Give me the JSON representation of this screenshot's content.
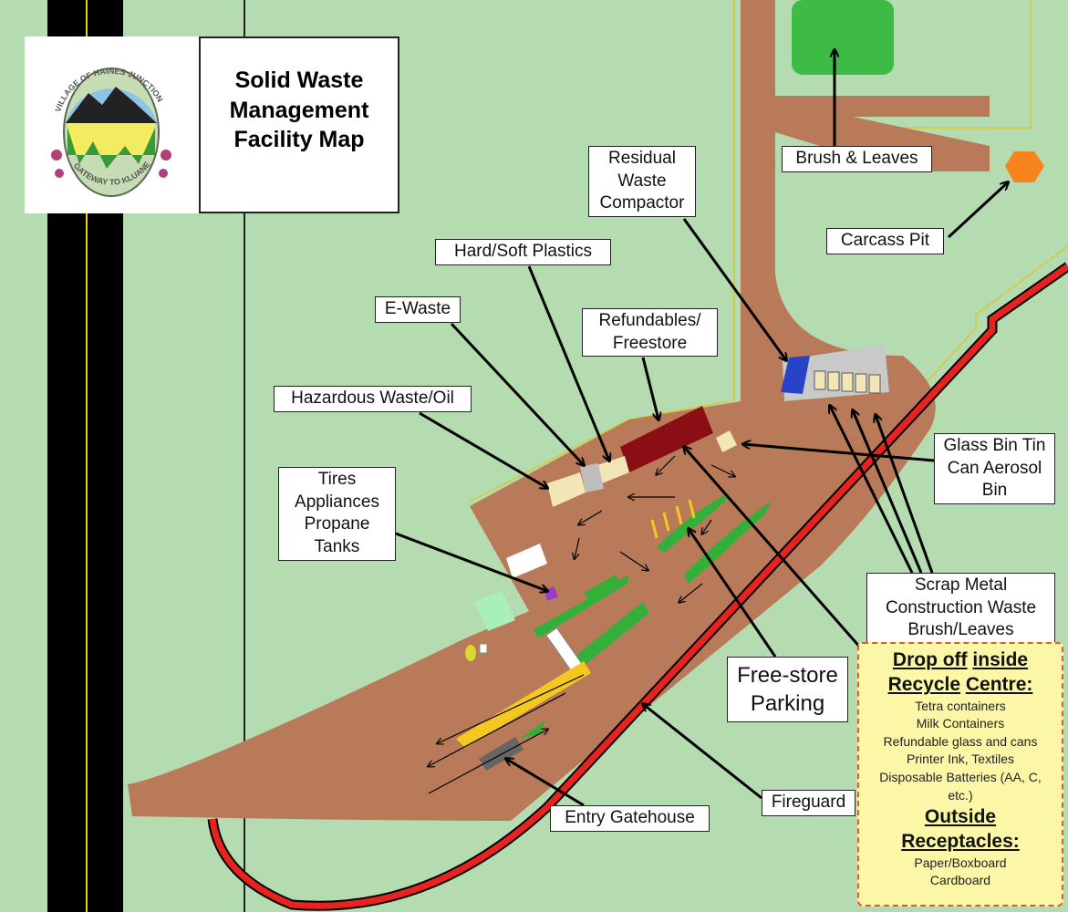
{
  "title": "Solid Waste Management Facility Map",
  "logo": {
    "top_text": "VILLAGE OF HAINES JUNCTION",
    "bottom_text": "GATEWAY TO KLUANE"
  },
  "labels": {
    "brush_leaves": "Brush & Leaves",
    "carcass_pit": "Carcass Pit",
    "residual_waste": "Residual Waste Compactor",
    "plastics": "Hard/Soft Plastics",
    "ewaste": "E-Waste",
    "refundables": "Refundables/ Freestore",
    "hazardous": "Hazardous Waste/Oil",
    "tires": "Tires Appliances Propane Tanks",
    "glass": "Glass Bin Tin Can Aerosol Bin",
    "scrap": "Scrap Metal Construction Waste Brush/Leaves",
    "parking": "Free-store Parking",
    "fireguard": "Fireguard",
    "gatehouse": "Entry Gatehouse"
  },
  "info": {
    "heading_words": [
      "Drop off",
      "inside",
      "Recycle",
      "Centre:"
    ],
    "inside_items": [
      "Tetra containers",
      "Milk Containers",
      "Refundable glass and cans",
      "Printer Ink, Textiles",
      "Disposable Batteries (AA, C, etc.)"
    ],
    "outside_heading": "Outside Receptacles:",
    "outside_items": [
      "Paper/Boxboard",
      "Cardboard"
    ]
  },
  "colors": {
    "grass": "#b5dcb1",
    "road": "#b87a58",
    "fireguard": "#e8231f",
    "highway": "#000000",
    "info_bg": "#fbf7a6"
  }
}
